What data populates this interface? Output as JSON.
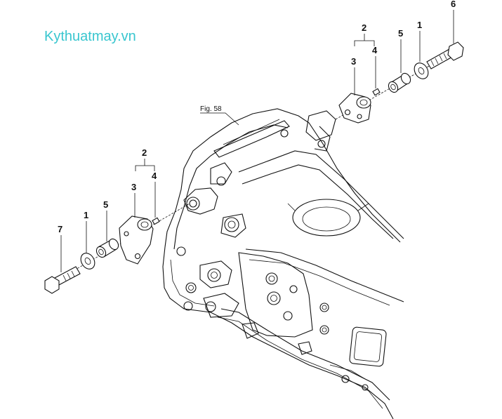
{
  "watermark": "Kythuatmay.vn",
  "figure_ref": "Fig. 58",
  "callouts_upper": {
    "label_6": "6",
    "label_2": "2",
    "label_1": "1",
    "label_5": "5",
    "label_4": "4",
    "label_3": "3"
  },
  "callouts_lower": {
    "label_2": "2",
    "label_4": "4",
    "label_3": "3",
    "label_5": "5",
    "label_1": "1",
    "label_7": "7"
  },
  "colors": {
    "watermark": "#39c6cf",
    "line": "#111111",
    "background": "#ffffff"
  }
}
